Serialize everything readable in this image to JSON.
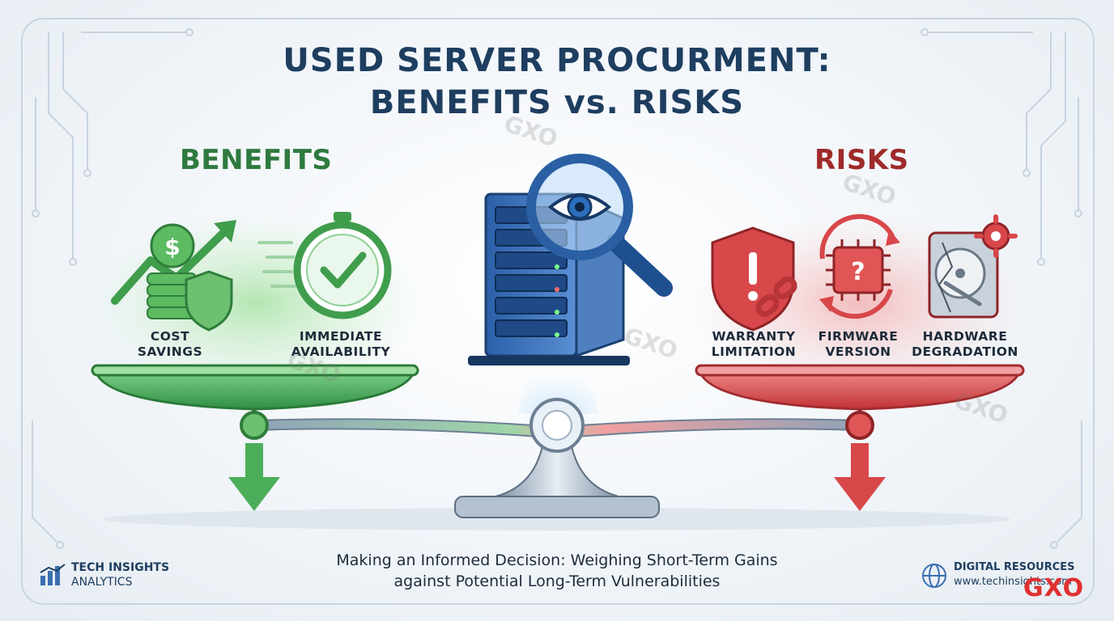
{
  "title_line1": "USED SERVER PROCURMENT:",
  "title_line2": "BENEFITS vs. RISKS",
  "benefits_heading": "BENEFITS",
  "risks_heading": "RISKS",
  "benefits": [
    {
      "line1": "COST",
      "line2": "SAVINGS",
      "icon": "money-growth-icon"
    },
    {
      "line1": "IMMEDIATE",
      "line2": "AVAILABILITY",
      "icon": "stopwatch-check-icon"
    }
  ],
  "risks": [
    {
      "line1": "WARRANTY",
      "line2": "LIMITATION",
      "icon": "broken-warranty-shield-icon"
    },
    {
      "line1": "FIRMWARE",
      "line2": "VERSION",
      "icon": "chip-question-icon"
    },
    {
      "line1": "HARDWARE",
      "line2": "DEGRADATION",
      "icon": "broken-hard-drive-icon"
    }
  ],
  "caption_line1": "Making an Informed Decision: Weighing Short-Term Gains",
  "caption_line2": "against Potential Long-Term Vulnerabilities",
  "logo_left": {
    "line1": "TECH INSIGHTS",
    "line2": "ANALYTICS"
  },
  "logo_right": {
    "line1": "DIGITAL RESOURCES",
    "line2": "www.techinsights.com"
  },
  "watermark": "GXO",
  "colors": {
    "title": "#1e3e60",
    "benefits": "#2e7a3f",
    "risks": "#9e2a2a",
    "green": "#4cae5a",
    "red": "#d8474a"
  }
}
